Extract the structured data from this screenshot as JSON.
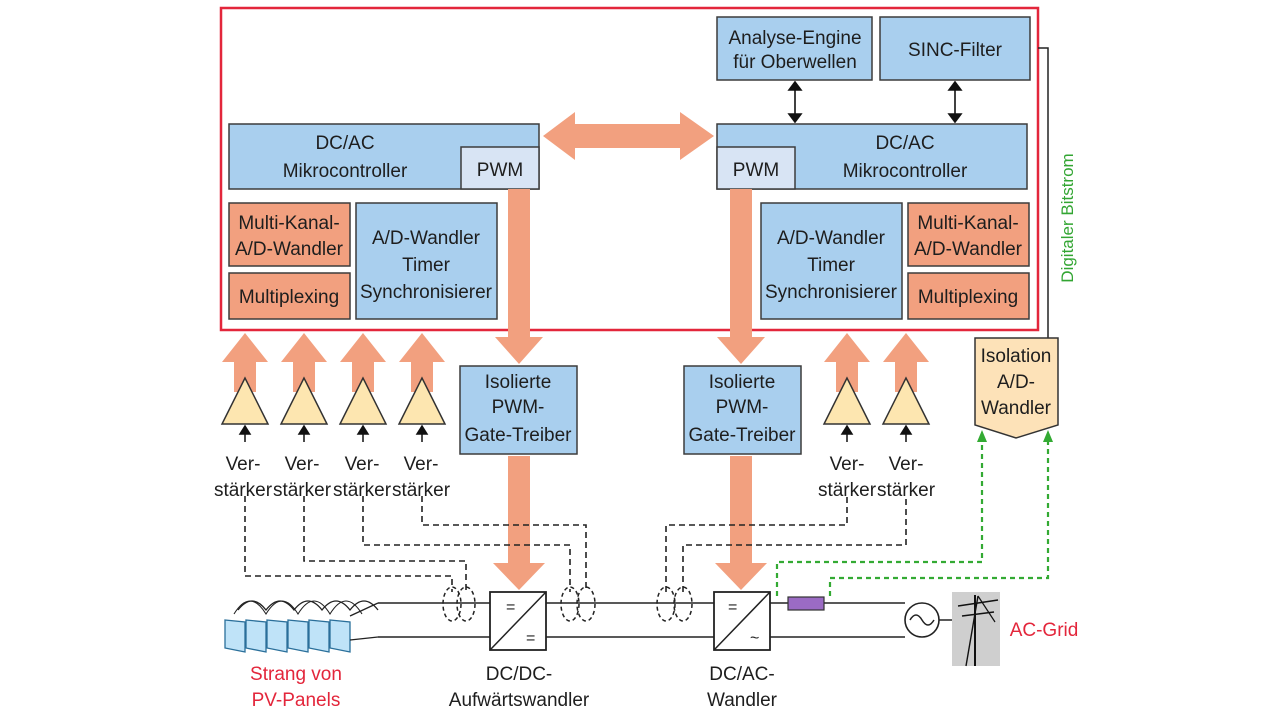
{
  "left_mcu": {
    "line1": "DC/AC",
    "line2": "Mikrocontroller",
    "pwm": "PWM"
  },
  "right_mcu": {
    "line1": "DC/AC",
    "line2": "Mikrocontroller",
    "pwm": "PWM"
  },
  "analysis_engine": {
    "line1": "Analyse-Engine",
    "line2": "für Oberwellen"
  },
  "sinc_filter": "SINC-Filter",
  "multi_adc": {
    "line1": "Multi-Kanal-",
    "line2": "A/D-Wandler"
  },
  "multiplexing": "Multiplexing",
  "adc_timer": {
    "line1": "A/D-Wandler",
    "line2": "Timer",
    "line3": "Synchronisierer"
  },
  "gate_driver": {
    "line1": "Isolierte",
    "line2": "PWM-",
    "line3": "Gate-Treiber"
  },
  "amplifier": {
    "line1": "Ver-",
    "line2": "stärker"
  },
  "isolation_adc": {
    "line1": "Isolation",
    "line2": "A/D-",
    "line3": "Wandler"
  },
  "digital_bitstream": "Digitaler Bitstrom",
  "pv_string": {
    "line1": "Strang von",
    "line2": "PV-Panels"
  },
  "dcdc": {
    "line1": "DC/DC-",
    "line2": "Aufwärtswandler",
    "symbol_top": "=",
    "symbol_bottom": "="
  },
  "dcac": {
    "line1": "DC/AC-",
    "line2": "Wandler",
    "symbol_top": "=",
    "symbol_bottom": "~"
  },
  "ac_grid": "AC-Grid",
  "colors": {
    "frame": "#e3263b",
    "block_blue": "#a9cfee",
    "block_orange": "#f2a07f",
    "pwm_block": "#d8e4f4",
    "isolation_block": "#fde2b8",
    "green_signal": "#33aa33"
  }
}
